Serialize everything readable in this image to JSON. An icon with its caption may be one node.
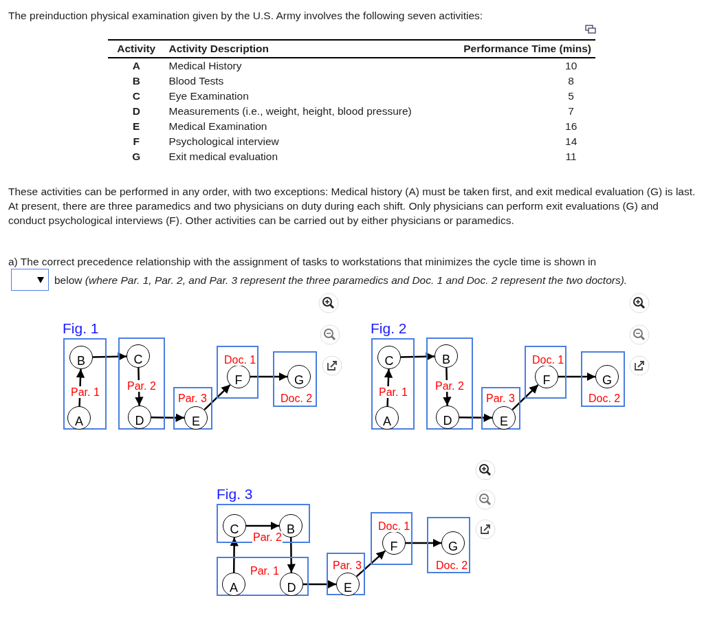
{
  "diagram": {
    "nodes": [
      {
        "text": [
          "Par. 1"
        ]
      },
      {
        "text": [
          "B"
        ],
        "in": 0
      },
      {
        "text": [
          "A"
        ],
        "in": 0
      },
      {
        "text": [
          "Par. 2"
        ]
      },
      {
        "text": [
          "C"
        ],
        "in": 3
      },
      {
        "text": [
          "D"
        ],
        "in": 3
      },
      {
        "text": [
          "Par. 3"
        ]
      },
      {
        "text": [
          "E"
        ],
        "in": 6
      },
      {
        "text": [
          "Doc. 1"
        ]
      },
      {
        "text": [
          "F"
        ],
        "in": 8
      },
      {
        "text": [
          "Doc. 2"
        ]
      },
      {
        "text": [
          "G"
        ],
        "in": 10
      },
      {
        "text": [
          "Par. 1"
        ]
      },
      {
        "text": [
          "C"
        ],
        "in": 12
      },
      {
        "text": [
          "A"
        ],
        "in": 12
      },
      {
        "text": [
          "Par. 2"
        ]
      },
      {
        "text": [
          "B"
        ],
        "in": 15
      },
      {
        "text": [
          "D"
        ],
        "in": 15
      },
      {
        "text": [
          "Par. 3"
        ]
      },
      {
        "text": [
          "E"
        ],
        "in": 18
      },
      {
        "text": [
          "Doc. 1"
        ]
      },
      {
        "text": [
          "F"
        ],
        "in": 20
      },
      {
        "text": [
          "Doc. 2"
        ]
      },
      {
        "text": [
          "G"
        ],
        "in": 22
      },
      {
        "text": [
          "Par. 2"
        ]
      },
      {
        "text": [
          "C"
        ],
        "in": 24
      },
      {
        "text": [
          "B"
        ],
        "in": 24
      },
      {
        "text": [
          "Par. 1"
        ]
      },
      {
        "text": [
          "A"
        ],
        "in": 27
      },
      {
        "text": [
          "D"
        ],
        "in": 27
      },
      {
        "text": [
          "Par. 3"
        ]
      },
      {
        "text": [
          "E"
        ],
        "in": 30
      },
      {
        "text": [
          "Doc. 1"
        ]
      },
      {
        "text": [
          "F"
        ],
        "in": 32
      },
      {
        "text": [
          "Doc. 2"
        ]
      },
      {
        "text": [
          "G"
        ],
        "in": 34
      }
    ],
    "edges": [
      {
        "from": 2,
        "to": 1,
        "arrow": "to"
      },
      {
        "from": 1,
        "to": 4,
        "arrow": "to"
      },
      {
        "from": 4,
        "to": 5,
        "arrow": "to"
      },
      {
        "from": 5,
        "to": 7,
        "arrow": "to"
      },
      {
        "from": 7,
        "to": 9,
        "arrow": "to"
      },
      {
        "from": 9,
        "to": 11,
        "arrow": "to"
      },
      {
        "from": 14,
        "to": 13,
        "arrow": "to"
      },
      {
        "from": 13,
        "to": 16,
        "arrow": "to"
      },
      {
        "from": 16,
        "to": 17,
        "arrow": "to"
      },
      {
        "from": 17,
        "to": 19,
        "arrow": "to"
      },
      {
        "from": 19,
        "to": 21,
        "arrow": "to"
      },
      {
        "from": 21,
        "to": 23,
        "arrow": "to"
      },
      {
        "from": 28,
        "to": 25,
        "arrow": "to"
      },
      {
        "from": 25,
        "to": 26,
        "arrow": "to"
      },
      {
        "from": 26,
        "to": 29,
        "arrow": "to"
      },
      {
        "from": 29,
        "to": 31,
        "arrow": "to"
      },
      {
        "from": 31,
        "to": 33,
        "arrow": "to"
      },
      {
        "from": 33,
        "to": 35,
        "arrow": "to"
      }
    ],
    "labels": [
      "The preinduction physical examination given by the U.S. Army involves the following seven activities:",
      "Activity",
      "Activity Description",
      "Performance Time (mins)",
      "A",
      "Medical History",
      "10",
      "B",
      "Blood Tests",
      "8",
      "C",
      "Eye Examination",
      "5",
      "D",
      "Measurements (i.e., weight, height, blood pressure)",
      "7",
      "E",
      "Medical Examination",
      "16",
      "F",
      "Psychological interview",
      "14",
      "G",
      "Exit medical evaluation",
      "11",
      "These activities can be performed in any order, with two exceptions: Medical history (A) must be taken first, and exit medical evaluation (G) is last. At present, there are three paramedics and two physicians on duty during each shift. Only physicians can perform exit evaluations (G) and conduct psychological interviews (F). Other activities can be carried out by either physicians or paramedics.",
      "a) The correct precedence relationship with the assignment of tasks to workstations that minimizes the cycle time is shown in",
      "below *(where Par. 1, Par. 2, and Par. 3 represent the three paramedics and Doc. 1 and Doc. 2 represent the two doctors).*",
      "Fig. 1",
      "Fig. 2",
      "Fig. 3"
    ]
  }
}
